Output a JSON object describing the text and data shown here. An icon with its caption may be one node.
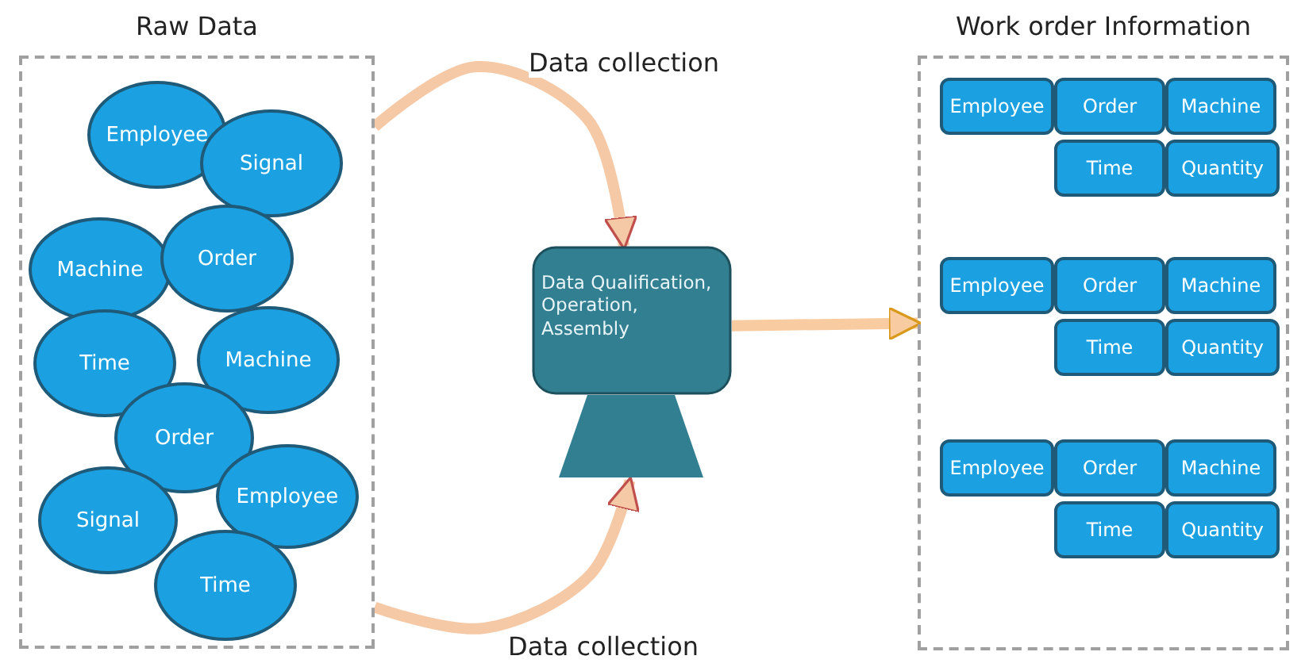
{
  "diagram": {
    "nodes": [
      {
        "text": [
          "Raw Data"
        ]
      },
      {
        "text": [
          "Employee"
        ],
        "in": 0
      },
      {
        "text": [
          "Signal"
        ],
        "in": 0
      },
      {
        "text": [
          "Machine"
        ],
        "in": 0
      },
      {
        "text": [
          "Order"
        ],
        "in": 0
      },
      {
        "text": [
          "Time"
        ],
        "in": 0
      },
      {
        "text": [
          "Machine"
        ],
        "in": 0
      },
      {
        "text": [
          "Order"
        ],
        "in": 0
      },
      {
        "text": [
          "Employee"
        ],
        "in": 0
      },
      {
        "text": [
          "Signal"
        ],
        "in": 0
      },
      {
        "text": [
          "Time"
        ],
        "in": 0
      },
      {
        "text": [
          "Data Qualification, Operation, Assembly"
        ]
      },
      {
        "text": [
          "Work order Information"
        ]
      },
      {
        "text": [
          "Employee"
        ],
        "in": 12
      },
      {
        "text": [
          "Order"
        ],
        "in": 12
      },
      {
        "text": [
          "Machine"
        ],
        "in": 12
      },
      {
        "text": [
          "Time"
        ],
        "in": 12
      },
      {
        "text": [
          "Quantity"
        ],
        "in": 12
      },
      {
        "text": [
          "Employee"
        ],
        "in": 12
      },
      {
        "text": [
          "Order"
        ],
        "in": 12
      },
      {
        "text": [
          "Machine"
        ],
        "in": 12
      },
      {
        "text": [
          "Time"
        ],
        "in": 12
      },
      {
        "text": [
          "Quantity"
        ],
        "in": 12
      },
      {
        "text": [
          "Employee"
        ],
        "in": 12
      },
      {
        "text": [
          "Order"
        ],
        "in": 12
      },
      {
        "text": [
          "Machine"
        ],
        "in": 12
      },
      {
        "text": [
          "Time"
        ],
        "in": 12
      },
      {
        "text": [
          "Quantity"
        ],
        "in": 12
      }
    ],
    "edges": [
      {
        "from": 0,
        "to": 11,
        "arrow": "to",
        "label": "Data collection"
      },
      {
        "from": 0,
        "to": 11,
        "arrow": "to",
        "label": "Data collection"
      },
      {
        "from": 11,
        "to": 12,
        "arrow": "to"
      }
    ]
  }
}
